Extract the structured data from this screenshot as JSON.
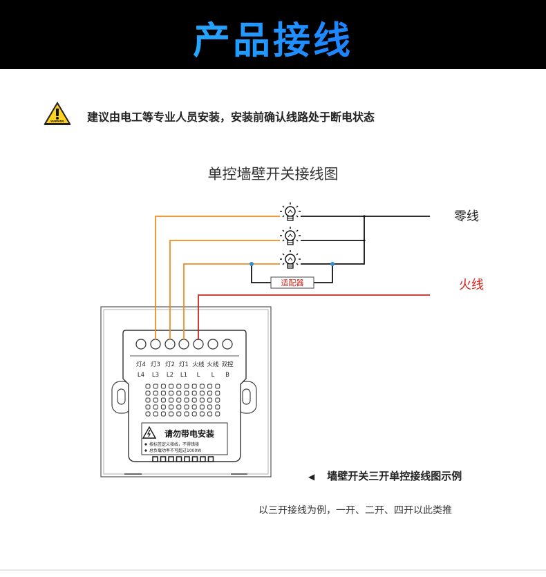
{
  "header": {
    "title": "产品接线"
  },
  "warning": {
    "icon_text": "WARNING",
    "text": "建议由电工等专业人员安装，安装前确认线路处于断电状态"
  },
  "diagram": {
    "title": "单控墙壁开关接线图",
    "neutral_label": "零线",
    "live_label": "火线",
    "adapter_label": "适配器",
    "terminals": [
      {
        "top": "灯4",
        "bottom": "L4"
      },
      {
        "top": "灯3",
        "bottom": "L3"
      },
      {
        "top": "灯2",
        "bottom": "L2"
      },
      {
        "top": "灯1",
        "bottom": "L1"
      },
      {
        "top": "火线",
        "bottom": "L"
      },
      {
        "top": "火线",
        "bottom": "L"
      },
      {
        "top": "双控",
        "bottom": "B"
      }
    ],
    "switch_warning_title": "请勿带电安装",
    "switch_notes": [
      "按标签定义接线，不得错接",
      "总负载功率不可超过1000W"
    ]
  },
  "caption": {
    "title": "墙壁开关三开单控接线图示例",
    "subtitle": "以三开接线为例，一开、二开、四开以此类推"
  },
  "colors": {
    "orange_wire": "#f08c1e",
    "live_wire": "#c8261c",
    "neutral_wire": "#111111",
    "adapter_dot": "#2a90d8"
  }
}
